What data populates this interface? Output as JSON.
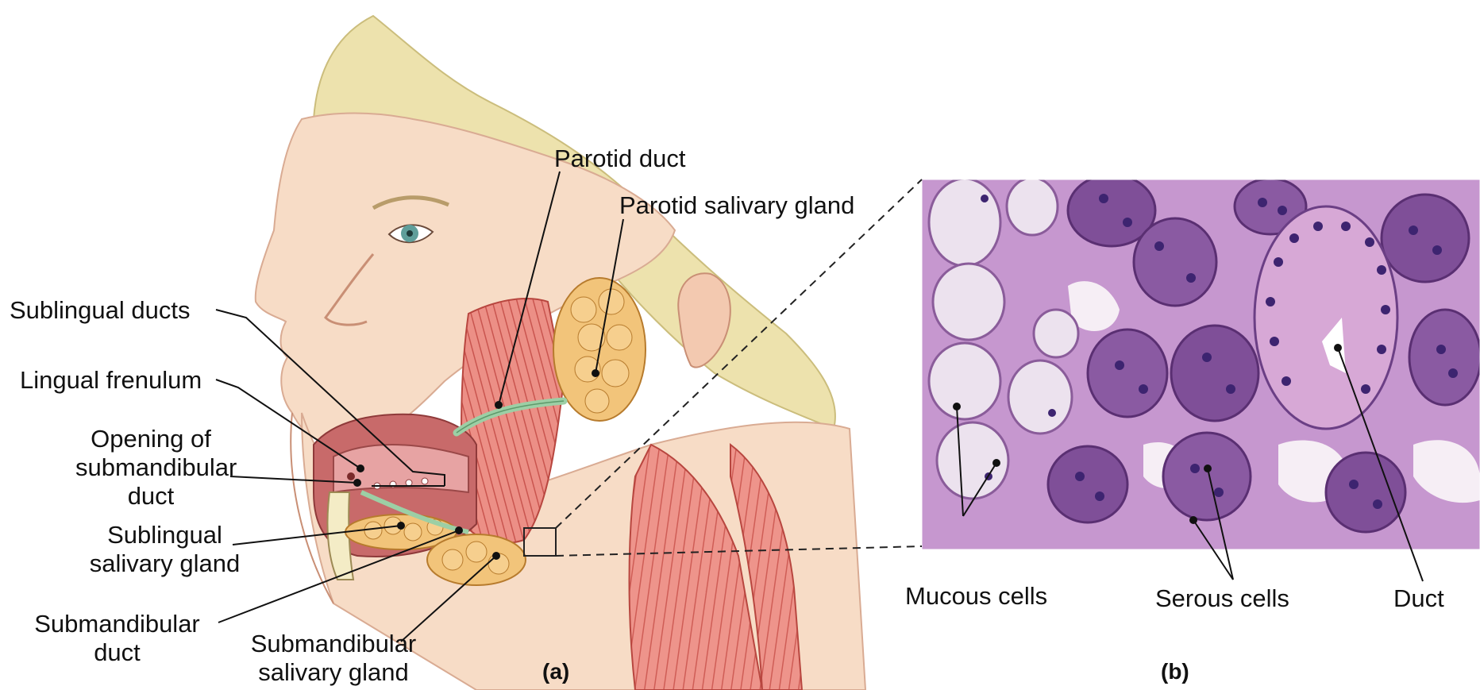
{
  "panel_a": {
    "label": "(a)",
    "labels": {
      "parotid_duct": "Parotid duct",
      "parotid_salivary_gland": "Parotid salivary gland",
      "sublingual_ducts": "Sublingual ducts",
      "lingual_frenulum": "Lingual frenulum",
      "opening_line1": "Opening of",
      "opening_line2": "submandibular",
      "opening_line3": "duct",
      "sublingual_gland_line1": "Sublingual",
      "sublingual_gland_line2": "salivary gland",
      "submandibular_duct_line1": "Submandibular",
      "submandibular_duct_line2": "duct",
      "submandibular_gland_line1": "Submandibular",
      "submandibular_gland_line2": "salivary gland"
    }
  },
  "panel_b": {
    "label": "(b)",
    "labels": {
      "mucous_cells": "Mucous cells",
      "serous_cells": "Serous cells",
      "duct": "Duct"
    }
  },
  "colors": {
    "hair": "#eadfa8",
    "skin": "#f6dcc6",
    "muscle": "#e8847c",
    "gland": "#f2c47a",
    "duct": "#b9e0c0",
    "histology_bg": "#c89ad0",
    "histology_nucleus": "#4a2a7a"
  }
}
